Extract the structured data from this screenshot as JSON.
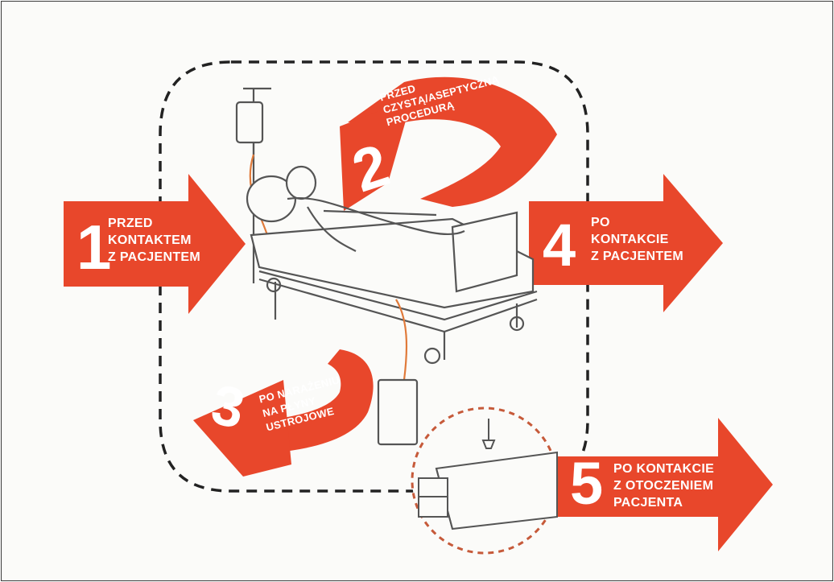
{
  "colors": {
    "moment_arrow": "#e8472b",
    "text_on_arrow": "#ffffff",
    "dashed_outline": "#222222",
    "zone_circle_dash": "#c65a3a",
    "line_art": "#555555",
    "iv_tube": "#e07a3a"
  },
  "icons": [
    "patient-in-bed-illustration",
    "iv-drip-stand-icon",
    "urine-drainage-bag-icon",
    "bedside-cabinet-icon"
  ],
  "moments": [
    {
      "number": "1",
      "label": "PRZED\nKONTAKTEM\nZ PACJENTEM"
    },
    {
      "number": "2",
      "label": "PRZED\nCZYSTĄ/ASEPTYCZNĄ\nPROCEDURĄ"
    },
    {
      "number": "3",
      "label": "PO NARAŻENIU\nNA PŁYNY\nUSTROJOWE"
    },
    {
      "number": "4",
      "label": "PO\nKONTAKCIE\nZ PACJENTEM"
    },
    {
      "number": "5",
      "label": "PO KONTAKCIE\nZ OTOCZENIEM\nPACJENTA"
    }
  ]
}
